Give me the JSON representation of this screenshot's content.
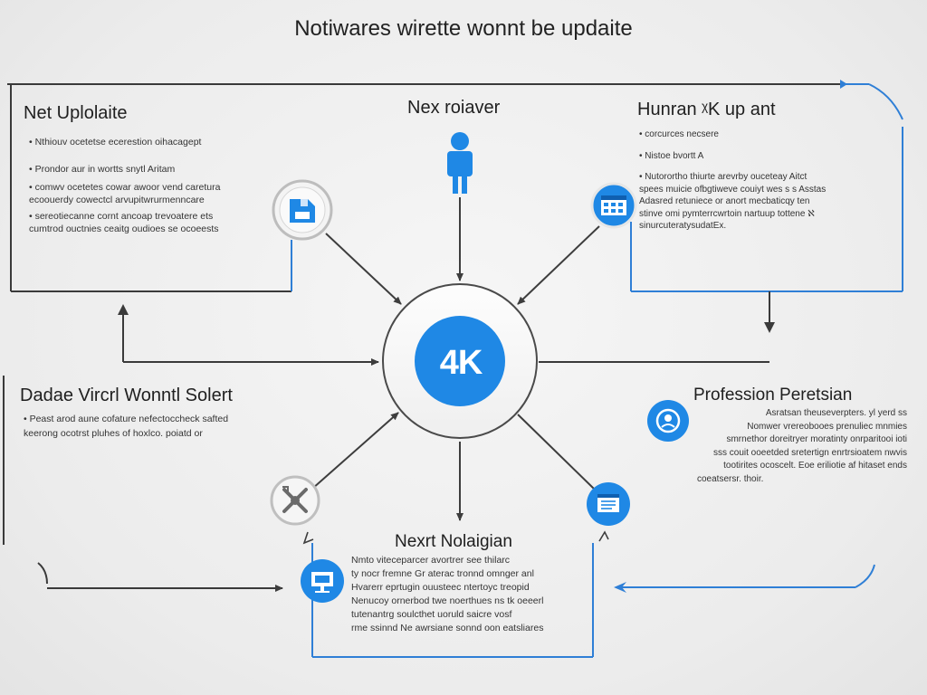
{
  "title": "Notiwares wirette wonnt be updaite",
  "center": {
    "label": "4K",
    "color": "#1f88e5"
  },
  "colors": {
    "accent": "#1f88e5",
    "frame": "#2f7fd6",
    "arrow": "#3d3d3d"
  },
  "panels": {
    "top_left": {
      "heading": "Net Uplolaite",
      "lines": [
        "• Nthiouv ocetetse ecerestion oihacagept",
        "• Prondor aur in wortts snytl Aritam",
        "• comwv ocetetes cowar awoor vend caretura",
        "   ecoouerdy cowectcl arvupitwrurmenncare",
        "• sereotiecanne cornt ancoap trevoatere ets",
        "   cumtrod ouctnies ceaitg oudioes se ocoeests"
      ],
      "icon": "document-folder-icon"
    },
    "top_center": {
      "heading": "Nex roiaver",
      "icon": "person-icon"
    },
    "top_right": {
      "heading": "Hunran ᵡK up ant",
      "lines": [
        "• corcurces necsere",
        "• Nistoe bvortt A",
        "• Nutorortho thiurte arevrby ouceteay Aitct",
        "   spees muicie ofbgtiweve couiyt wes s s Asstas",
        "   Adasred retuniece or anort mecbaticqy ten",
        "   stinve omi pymterrcwrtoin nartuup tottene ℵ",
        "   sinurcuteratysudatEx."
      ],
      "icon": "calendar-grid-icon"
    },
    "mid_left": {
      "heading": "Dadae Vircrl Wonntl Solert",
      "lines": [
        "• Peast arod aune cofature nefectoccheck safted",
        "   keerong ocotrst pluhes of hoxlco. poiatd or"
      ]
    },
    "mid_right": {
      "heading": "Profession Peretsian",
      "lines": [
        "Asratsan theuseverpters. yl yerd ss",
        "Nomwer vrereobooes prenuliec mnmies",
        "smrnethor doreitryer moratinty onrparitooi ioti",
        "sss couit ooeetded sretertign enrtrsioatem nwvis",
        "tootirites ocoscelt. Eoe eriliotie af hitaset ends",
        "coeatsersr. thoir."
      ],
      "icon": "user-badge-icon"
    },
    "bottom": {
      "heading": "Nexrt Nolaigian",
      "lines": [
        "Nmto viteceparcer avortrer see thilarc",
        "ty nocr fremne Gr aterac tronnd omnger anl",
        "Hvarerr eprtugin ouusteec ntertoyc treopid",
        "Nenucoy ornerbod twe noerthues ns tk oeeerl",
        "tutenantrg soulcthet uoruld   saicre vosf",
        "rme ssinnd Ne awrsiane sonnd oon eatsliares"
      ],
      "icon": "presentation-icon"
    },
    "bottom_left_icon": "tools-icon",
    "bottom_right_icon": "browser-window-icon"
  }
}
